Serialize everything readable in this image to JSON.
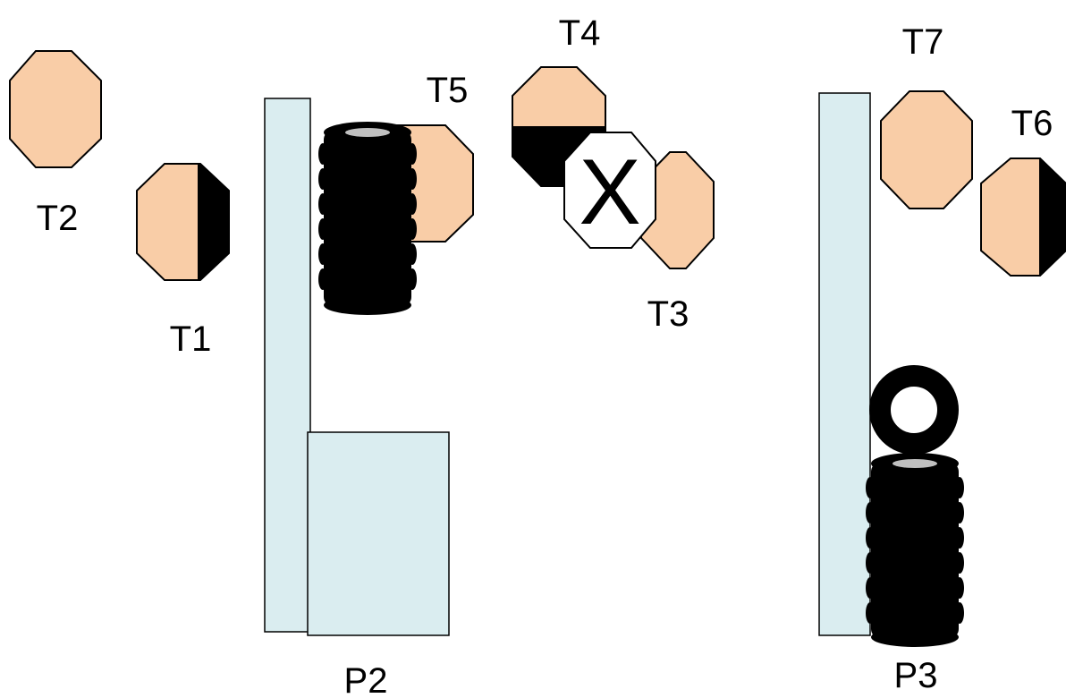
{
  "colors": {
    "target": "#f9cda7",
    "wall": "#daedf0",
    "tire": "#000000",
    "tire_hole": "#c0c0c0",
    "outline": "#000000",
    "background": "#ffffff"
  },
  "targets": {
    "t1": {
      "label": "T1",
      "shading": "right-half-black"
    },
    "t2": {
      "label": "T2",
      "shading": "none"
    },
    "t3": {
      "label": "T3",
      "shading": "none"
    },
    "t4": {
      "label": "T4",
      "shading": "bottom-half-black"
    },
    "t5": {
      "label": "T5",
      "shading": "none"
    },
    "t6": {
      "label": "T6",
      "shading": "right-half-black"
    },
    "t7": {
      "label": "T7",
      "shading": "none"
    }
  },
  "no_shoot": {
    "mark": "X"
  },
  "props": {
    "p2": {
      "label": "P2"
    },
    "p3": {
      "label": "P3"
    }
  }
}
